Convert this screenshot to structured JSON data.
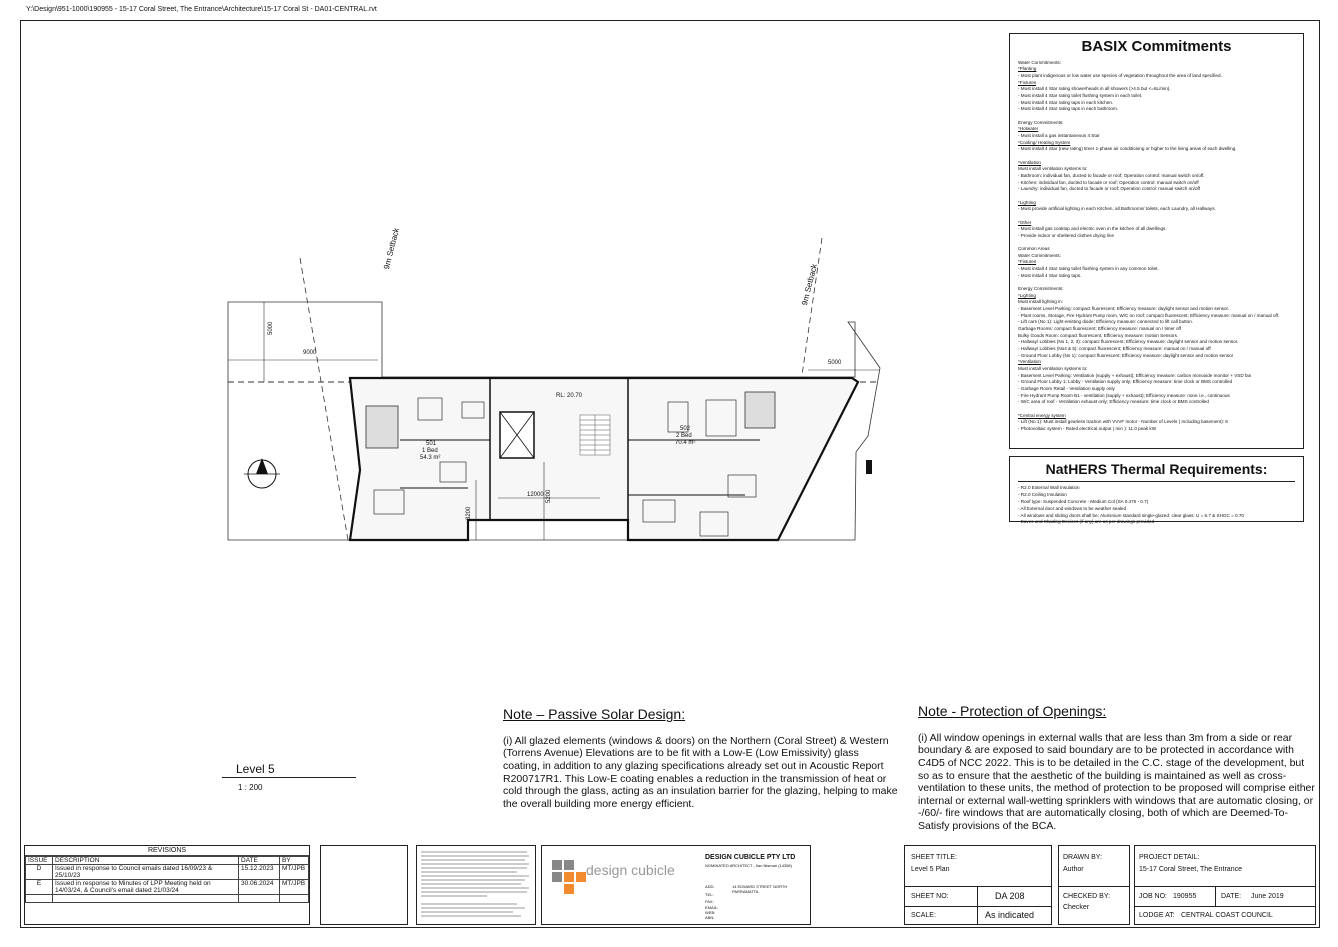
{
  "file_path": "Y:\\Design\\951-1000\\190955 - 15-17 Coral Street, The Entrance\\Architecture\\15-17 Coral St - DA01-CENTRAL.rvt",
  "plan": {
    "setback_left": "9m Setback",
    "setback_right": "9m Setback",
    "dim_5000_a": "5000",
    "dim_9000": "9000",
    "dim_5000_b": "5000",
    "dim_12000": "12000",
    "dim_3200": "3200",
    "dim_5200": "5200",
    "rl": "RL: 20.70",
    "unit_501": "501",
    "unit_501_type": "1 Bed",
    "unit_501_area": "54.3 m²",
    "unit_502": "502",
    "unit_502_type": "2 Bed",
    "unit_502_area": "70.4 m²"
  },
  "basix": {
    "title": "BASIX Commitments",
    "lines": [
      "Water Commitments:",
      "*Planting",
      "- Must plant indigenous or low water use species of vegetation throughout the area of land specified.",
      "*Fixtures",
      "- Must install 4 Star rating showerheads in all showers (>4.5 but <=6L/min).",
      "- Must install 4 Star rating toilet flushing system in each toilet.",
      "- Must install 4 Star rating taps in each kitchen.",
      "- Must install 4 Star rating taps in each bathroom.",
      "",
      "Energy Commitments:",
      "*Hotwater",
      "- Must install a gas instantaneous 4 Star",
      "*Cooling/ Heating System",
      "- Must install 4 Star (new rating) timer 1-phase air conditioning or higher to the living areas of each dwelling.",
      "",
      "*Ventilation",
      "Must install ventilation systems to:",
      "- Bathroom: individual fan, ducted to facade or roof; Operation control: manual switch on/off.",
      "- Kitchen: individual fan, ducted to facade or roof; Operation control: manual switch on/off",
      "- Laundry: individual fan, ducted to facade or roof; Operation control: manual switch on/off",
      "",
      "*Lighting",
      "- Must provide artificial lighting in each Kitchen, all Bathrooms/ toilets, each Laundry, all Hallways.",
      "",
      "*Other",
      "- Must install gas cooktop and electric oven in the kitchen of all dwellings.",
      "- Provide indoor or sheltered clothes drying line",
      "",
      "Common Areas",
      "Water Commitments:",
      "*Fixtures",
      "- Must install 4 Star rating toilet flushing system in any common toilet.",
      "- Must install 4 Star rating taps.",
      "",
      "Energy Commitments:",
      "*Lighting",
      "Must install lighting in:",
      "- Basement Level Parking: compact fluorescent; Efficiency measure: daylight sensor and motion sensor.",
      "- Plant rooms, Storage, Fire Hydrant Pump room, W/C on roof: compact fluorescent; Efficiency measure: manual on / manual off.",
      "- Lift cars (No 1): Light-emitting diode; Efficiency measure: connected to lift call button.",
      "Garbage Rooms: compact fluorescent; Efficiency measure: manual on / timer off",
      "Bulky Goods Room: compact fluorescent; Efficiency measure: motion Sensors.",
      "- Hallway/ Lobbies (No 1, 2, 3): compact fluorescent; Efficiency measure: daylight sensor and motion sensor.",
      "- Hallway/ Lobbies (No4 & 5): compact fluorescent; Efficiency measure: manual on / manual off",
      "- Ground Floor Lobby (No 1): compact fluorescent; Efficiency measure: daylight sensor and motion sensor",
      "*Ventilation",
      "Must install ventilation systems to:",
      "- Basement Level Parking: Ventilation (supply + exhaust); Efficiency measure: carbon monoxide monitor + VSD fan",
      "- Ground Floor Lobby 1: Lobby - Ventilation supply only; Efficiency measure: time clock or BMS controlled",
      "- Garbage Room Retail - Ventilation supply only",
      "- Fire Hydrant Pump Room B1 - ventilation (supply + exhaust); Efficiency measure: none i.e., continuous",
      "- W/C area of roof - Ventilation exhaust only; Efficiency measure: time clock or BMS controlled",
      "",
      "*Central energy system",
      "- Lift (No 1): Must install gearless traction with VVVF motor - Number of Levels ( Including basement): 8",
      "- Photovoltaic system - Rated electrical output ( min ): 11.0 peak kW"
    ]
  },
  "nathers": {
    "title": "NatHERS Thermal Requirements:",
    "lines": [
      "- R2.0 External Wall Insulation",
      "- R2.0 Ceiling Insulation",
      "- Roof type: Suspended Concrete - Medium Col (SA 0.475 - 0.7)",
      "- All External door and windows to be weather sealed",
      "- All windows and sliding doors shall be: Aluminium standard single-glazed: clear glass: U = 6.7 & SHGC = 0.70",
      "- Eaves and Shading Devices (if any) are as per drawings provided"
    ]
  },
  "note_solar": {
    "title": "Note – Passive Solar Design:",
    "body": "(i) All glazed elements (windows & doors) on the Northern (Coral Street) & Western (Torrens Avenue) Elevations are to be fit with a Low-E (Low Emissivity) glass coating, in addition to any glazing specifications already set out in Acoustic Report R200717R1. This Low-E coating enables a reduction in the transmission of heat or cold through the glass, acting as an insulation barrier for the glazing, helping to make the overall building more energy efficient."
  },
  "note_openings": {
    "title": "Note - Protection of Openings:",
    "body": "(i) All window openings in external walls that are less than 3m from a side or rear boundary & are exposed to said boundary are to be protected in accordance with C4D5 of NCC 2022. This is to be detailed in the C.C. stage of the development, but so as to ensure that the aesthetic of the building is maintained as well as cross-ventilation to these units, the method of protection to be proposed will comprise either internal or external wall-wetting sprinklers with windows that are automatic closing, or -/60/- fire windows that are automatically closing, both of which are Deemed-To-Satisfy provisions of the BCA."
  },
  "level": {
    "name": "Level 5",
    "scale": "1 : 200"
  },
  "revisions": {
    "title": "REVISIONS",
    "headers": [
      "ISSUE",
      "DESCRIPTION",
      "DATE",
      "BY"
    ],
    "rows": [
      [
        "D",
        "Issued in response to Council emails dated 16/09/23 & 25/10/23",
        "15.12.2023",
        "MT/JPB"
      ],
      [
        "E",
        "Issued in response to Minutes of LPP Meeting held on 14/03/24, & Council's email dated 21/03/24",
        "30.06.2024",
        "MT/JPB"
      ]
    ]
  },
  "company": {
    "logo_text": "design cubicle",
    "name": "DESIGN CUBICLE PTY LTD",
    "subtitle": "NOMINATED ARCHITECT - Ilan Nisman (14356)",
    "add_label": "ADD:",
    "tel_label": "TEL:",
    "fax_label": "FAX:",
    "email_label": "EMAIL:",
    "web_label": "WEB:",
    "abn_label": "ABN:",
    "address": "14 EDWARD STREET NORTH PARRAMATTA"
  },
  "title_block": {
    "sheet_title_label": "SHEET TITLE:",
    "sheet_title": "Level 5 Plan",
    "sheet_no_label": "SHEET NO:",
    "sheet_no": "DA 208",
    "scale_label": "SCALE:",
    "scale": "As indicated",
    "drawn_by_label": "DRAWN BY:",
    "drawn_by": "Author",
    "checked_by_label": "CHECKED BY:",
    "checked_by": "Checker",
    "project_label": "PROJECT DETAIL:",
    "project": "15-17 Coral Street, The Entrance",
    "job_no_label": "JOB NO:",
    "job_no": "190955",
    "date_label": "DATE:",
    "date": "June 2019",
    "lodge_label": "LODGE AT:",
    "lodge": "CENTRAL COAST COUNCIL"
  }
}
